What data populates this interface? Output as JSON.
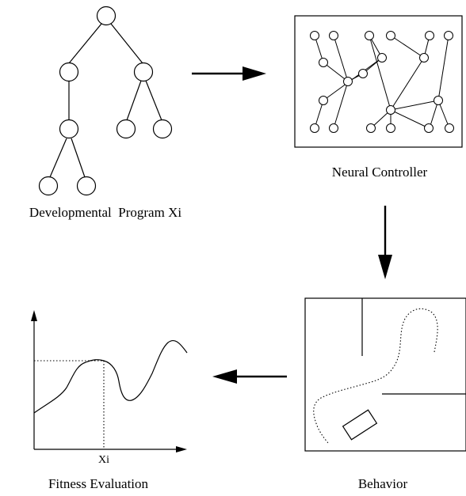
{
  "captions": {
    "developmental_program": "Developmental  Program Xi",
    "neural_controller": "Neural Controller",
    "behavior": "Behavior",
    "fitness_evaluation": "Fitness Evaluation",
    "x_tick": "Xi"
  },
  "colors": {
    "stroke": "#000000",
    "background": "#ffffff"
  }
}
